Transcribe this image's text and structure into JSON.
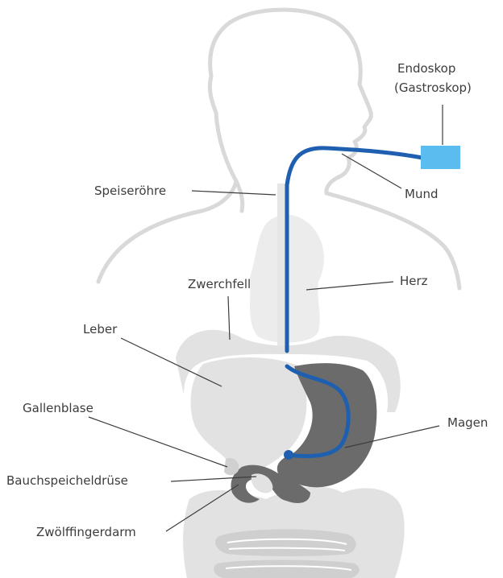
{
  "colors": {
    "silhouette": "#d9d9d9",
    "organ_light": "#e2e2e2",
    "organ_dark": "#6b6b6b",
    "heart": "#ececec",
    "esophagus": "#e6e6e6",
    "endoscope_tube": "#1f5fb0",
    "endoscope_head": "#5bbcf0",
    "label_text": "#3c3c3c"
  },
  "labels": {
    "endoscope_line1": "Endoskop",
    "endoscope_line2": "(Gastroskop)",
    "esophagus": "Speiseröhre",
    "mouth": "Mund",
    "diaphragm": "Zwerchfell",
    "heart": "Herz",
    "liver": "Leber",
    "gallbladder": "Gallenblase",
    "stomach": "Magen",
    "pancreas": "Bauchspeicheldrüse",
    "duodenum": "Zwölffingerdarm"
  }
}
